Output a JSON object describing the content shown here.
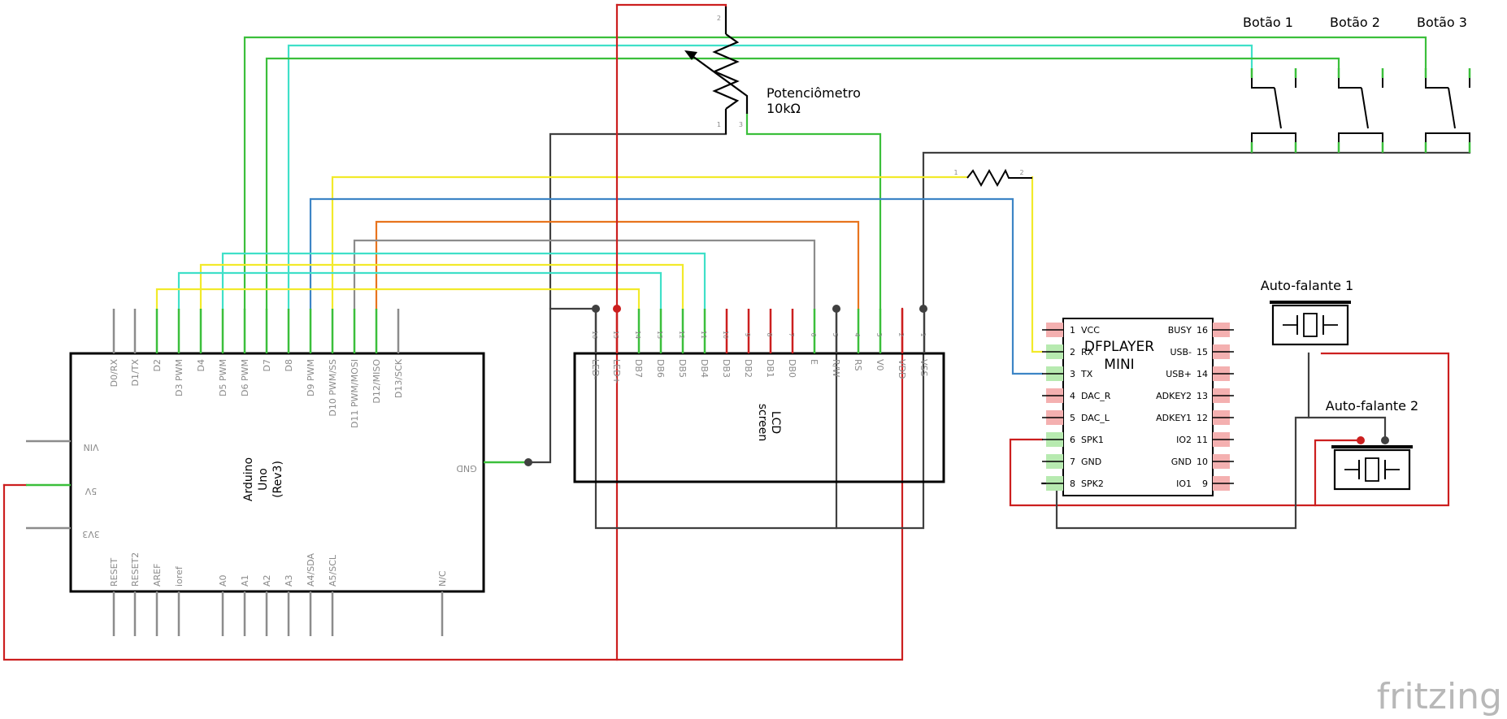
{
  "labels": {
    "arduino": [
      "Arduino",
      "Uno",
      "(Rev3)"
    ],
    "lcd": [
      "LCD",
      "screen"
    ],
    "pot": [
      "Potenciômetro",
      "10kΩ"
    ],
    "dfplayer": [
      "DFPLAYER",
      "MINI"
    ],
    "buttons": [
      "Botão 1",
      "Botão 2",
      "Botão 3"
    ],
    "speakers": [
      "Auto-falante 1",
      "Auto-falante 2"
    ],
    "brand": "fritzing"
  },
  "arduino_top_pins": [
    "D0/RX",
    "D1/TX",
    "D2",
    "D3 PWM",
    "D4",
    "D5 PWM",
    "D6 PWM",
    "D7",
    "D8",
    "D9 PWM",
    "D10 PWM/SS",
    "D11 PWM/MOSI",
    "D12/MISO",
    "D13/SCK"
  ],
  "arduino_left_pins": [
    "VIN",
    "5V",
    "3V3"
  ],
  "arduino_right_pins": [
    "GND"
  ],
  "arduino_bottom_pins": [
    "RESET",
    "RESET2",
    "AREF",
    "ioref",
    "A0",
    "A1",
    "A2",
    "A3",
    "A4/SDA",
    "A5/SCL",
    "N/C"
  ],
  "lcd_pins": [
    {
      "num": "16",
      "name": "LED-"
    },
    {
      "num": "15",
      "name": "LED+"
    },
    {
      "num": "14",
      "name": "DB7"
    },
    {
      "num": "13",
      "name": "DB6"
    },
    {
      "num": "12",
      "name": "DB5"
    },
    {
      "num": "11",
      "name": "DB4"
    },
    {
      "num": "10",
      "name": "DB3"
    },
    {
      "num": "9",
      "name": "DB2"
    },
    {
      "num": "8",
      "name": "DB1"
    },
    {
      "num": "7",
      "name": "DB0"
    },
    {
      "num": "6",
      "name": "E"
    },
    {
      "num": "5",
      "name": "R/W"
    },
    {
      "num": "4",
      "name": "RS"
    },
    {
      "num": "3",
      "name": "V0"
    },
    {
      "num": "2",
      "name": "VDD"
    },
    {
      "num": "1",
      "name": "VSS"
    }
  ],
  "df_left_pins": [
    {
      "num": "1",
      "name": "VCC"
    },
    {
      "num": "2",
      "name": "RX"
    },
    {
      "num": "3",
      "name": "TX"
    },
    {
      "num": "4",
      "name": "DAC_R"
    },
    {
      "num": "5",
      "name": "DAC_L"
    },
    {
      "num": "6",
      "name": "SPK1"
    },
    {
      "num": "7",
      "name": "GND"
    },
    {
      "num": "8",
      "name": "SPK2"
    }
  ],
  "df_right_pins": [
    {
      "num": "16",
      "name": "BUSY"
    },
    {
      "num": "15",
      "name": "USB-"
    },
    {
      "num": "14",
      "name": "USB+"
    },
    {
      "num": "13",
      "name": "ADKEY2"
    },
    {
      "num": "12",
      "name": "ADKEY1"
    },
    {
      "num": "11",
      "name": "IO2"
    },
    {
      "num": "10",
      "name": "GND"
    },
    {
      "num": "9",
      "name": "IO1"
    }
  ],
  "small_pin_numbers": {
    "one": "1",
    "two": "2",
    "three": "3"
  },
  "colors": {
    "green": "#3bbf3b",
    "cyan": "#3fe0c8",
    "yellow": "#f2ea2a",
    "blue": "#3d85c6",
    "orange": "#e8741e",
    "gray": "#8c8c8c",
    "dark": "#404040",
    "red": "#cc1f1f",
    "pinred": "#f4b0b0",
    "pingreen": "#b7eab0"
  }
}
